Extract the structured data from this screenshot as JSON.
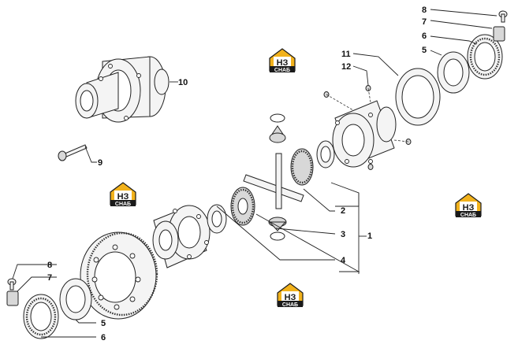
{
  "callouts": {
    "c1": "1",
    "c2": "2",
    "c3": "3",
    "c4": "4",
    "c5_top": "5",
    "c5_bottom": "5",
    "c6_top": "6",
    "c6_bottom": "6",
    "c7_top": "7",
    "c7_bottom": "7",
    "c8_top": "8",
    "c8_bottom": "8",
    "c9": "9",
    "c10": "10",
    "c11": "11",
    "c12": "12"
  },
  "watermark": {
    "letters": "НЗ",
    "word": "СНАБ"
  },
  "colors": {
    "line": "#222222",
    "logo_yellow": "#f2b21c",
    "logo_black": "#1a1a1a",
    "background": "#ffffff"
  }
}
